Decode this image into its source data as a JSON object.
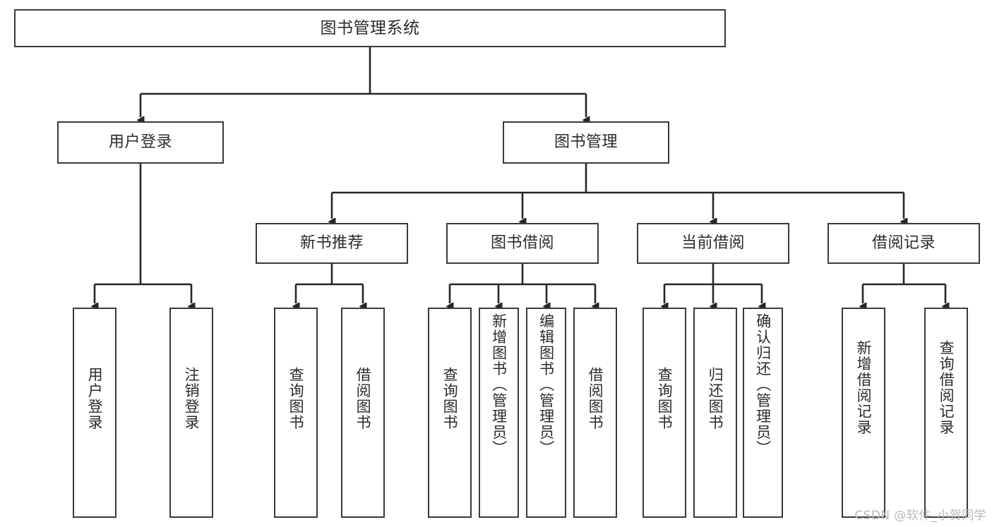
{
  "diagram": {
    "type": "tree-hierarchy",
    "title": "图书管理系统",
    "orientation": "top-down",
    "watermark": "CSDN @软件_小贺同学",
    "colors": {
      "box_border": "#3a3a3a",
      "box_fill": "#ffffff",
      "connector": "#262626",
      "text": "#2b2b2b",
      "watermark": "#b9b9b9",
      "background": "#ffffff"
    },
    "levels": [
      {
        "level": 1,
        "nodes": [
          {
            "id": "root",
            "label": "图书管理系统",
            "orientation": "horizontal"
          }
        ]
      },
      {
        "level": 2,
        "nodes": [
          {
            "id": "user-login",
            "label": "用户登录",
            "orientation": "horizontal",
            "parent": "root"
          },
          {
            "id": "book-manage",
            "label": "图书管理",
            "orientation": "horizontal",
            "parent": "root"
          }
        ]
      },
      {
        "level": 3,
        "nodes": [
          {
            "id": "new-book-rec",
            "label": "新书推荐",
            "orientation": "horizontal",
            "parent": "book-manage"
          },
          {
            "id": "book-borrow",
            "label": "图书借阅",
            "orientation": "horizontal",
            "parent": "book-manage"
          },
          {
            "id": "current-borrow",
            "label": "当前借阅",
            "orientation": "horizontal",
            "parent": "book-manage"
          },
          {
            "id": "borrow-record",
            "label": "借阅记录",
            "orientation": "horizontal",
            "parent": "book-manage"
          }
        ]
      },
      {
        "level": 4,
        "nodes": [
          {
            "id": "leaf-user-login",
            "label": "用户登录",
            "orientation": "vertical",
            "parent": "user-login"
          },
          {
            "id": "leaf-logout",
            "label": "注销登录",
            "orientation": "vertical",
            "parent": "user-login"
          },
          {
            "id": "leaf-query-book-1",
            "label": "查询图书",
            "orientation": "vertical",
            "parent": "new-book-rec"
          },
          {
            "id": "leaf-borrow-book-1",
            "label": "借阅图书",
            "orientation": "vertical",
            "parent": "new-book-rec"
          },
          {
            "id": "leaf-query-book-2",
            "label": "查询图书",
            "orientation": "vertical",
            "parent": "book-borrow"
          },
          {
            "id": "leaf-add-book",
            "label": "新增图书（管理员）",
            "orientation": "vertical",
            "parent": "book-borrow"
          },
          {
            "id": "leaf-edit-book",
            "label": "编辑图书（管理员）",
            "orientation": "vertical",
            "parent": "book-borrow"
          },
          {
            "id": "leaf-borrow-book-2",
            "label": "借阅图书",
            "orientation": "vertical",
            "parent": "book-borrow"
          },
          {
            "id": "leaf-query-book-3",
            "label": "查询图书",
            "orientation": "vertical",
            "parent": "current-borrow"
          },
          {
            "id": "leaf-return-book",
            "label": "归还图书",
            "orientation": "vertical",
            "parent": "current-borrow"
          },
          {
            "id": "leaf-confirm-return",
            "label": "确认归还（管理员）",
            "orientation": "vertical",
            "parent": "current-borrow"
          },
          {
            "id": "leaf-add-record",
            "label": "新增借阅记录",
            "orientation": "vertical",
            "parent": "borrow-record"
          },
          {
            "id": "leaf-query-record",
            "label": "查询借阅记录",
            "orientation": "vertical",
            "parent": "borrow-record"
          }
        ]
      }
    ]
  }
}
